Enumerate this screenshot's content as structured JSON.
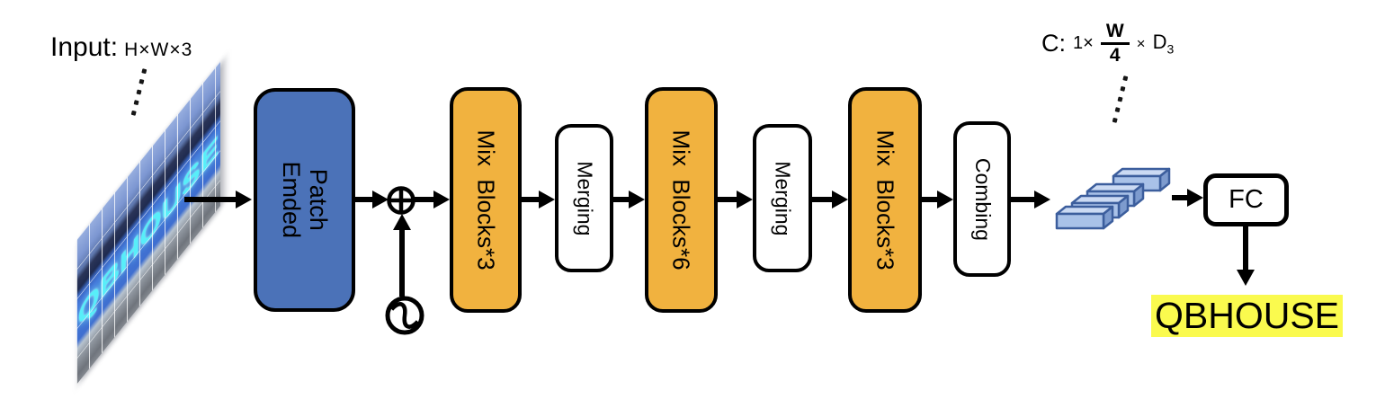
{
  "input": {
    "title": "Input:",
    "shape": "H×W×3",
    "sign_text": "QBHOUSE"
  },
  "pipeline": {
    "patch": {
      "label": "Patch\nEmded"
    },
    "mix1": {
      "label": "Mix  Blocks*3"
    },
    "merge1": {
      "label": "Merging"
    },
    "mix2": {
      "label": "Mix  Blocks*6"
    },
    "merge2": {
      "label": "Merging"
    },
    "mix3": {
      "label": "Mix  Blocks*3"
    },
    "combine": {
      "label": "Combing"
    },
    "fc": {
      "label": "FC"
    }
  },
  "feature": {
    "annotation": {
      "prefix": "C:",
      "factor": "1×",
      "numerator": "W",
      "denominator": "4",
      "times": "×",
      "dim": "D",
      "dim_sub": "3"
    }
  },
  "output": {
    "text": "QBHOUSE"
  },
  "icons": {
    "add": "circled-plus",
    "positional_encoding": "sine-wave-circle",
    "ellipsis": "vertical-dots"
  },
  "colors": {
    "embed_blue": "#4B72B8",
    "block_orange": "#F1B23F",
    "highlight_yellow": "#FAFA4E",
    "sign_cyan": "#58EEF9",
    "bar_front": "#A9C2E8",
    "bar_top": "#CBDAF3",
    "bar_side": "#7D9BCE",
    "bar_stroke": "#3C5E9D",
    "arrow": "#000000"
  }
}
